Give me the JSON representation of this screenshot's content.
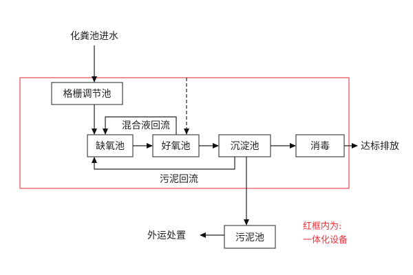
{
  "diagram": {
    "inputs": {
      "influent": "化粪池进水"
    },
    "units": {
      "grid_tank": "格栅调节池",
      "anoxic_tank": "缺氧池",
      "aerobic_tank": "好氧池",
      "sedimentation_tank": "沉淀池",
      "disinfection": "消毒",
      "sludge_tank": "污泥池"
    },
    "flows": {
      "mixed_liquor_return": "混合液回流",
      "sludge_return": "污泥回流"
    },
    "outputs": {
      "discharge": "达标排放",
      "sludge_disposal": "外运处置"
    },
    "note": {
      "line1": "红框内为:",
      "line2": "一体化设备",
      "color": "#e8323a"
    },
    "frame_color": "#e8585c"
  }
}
